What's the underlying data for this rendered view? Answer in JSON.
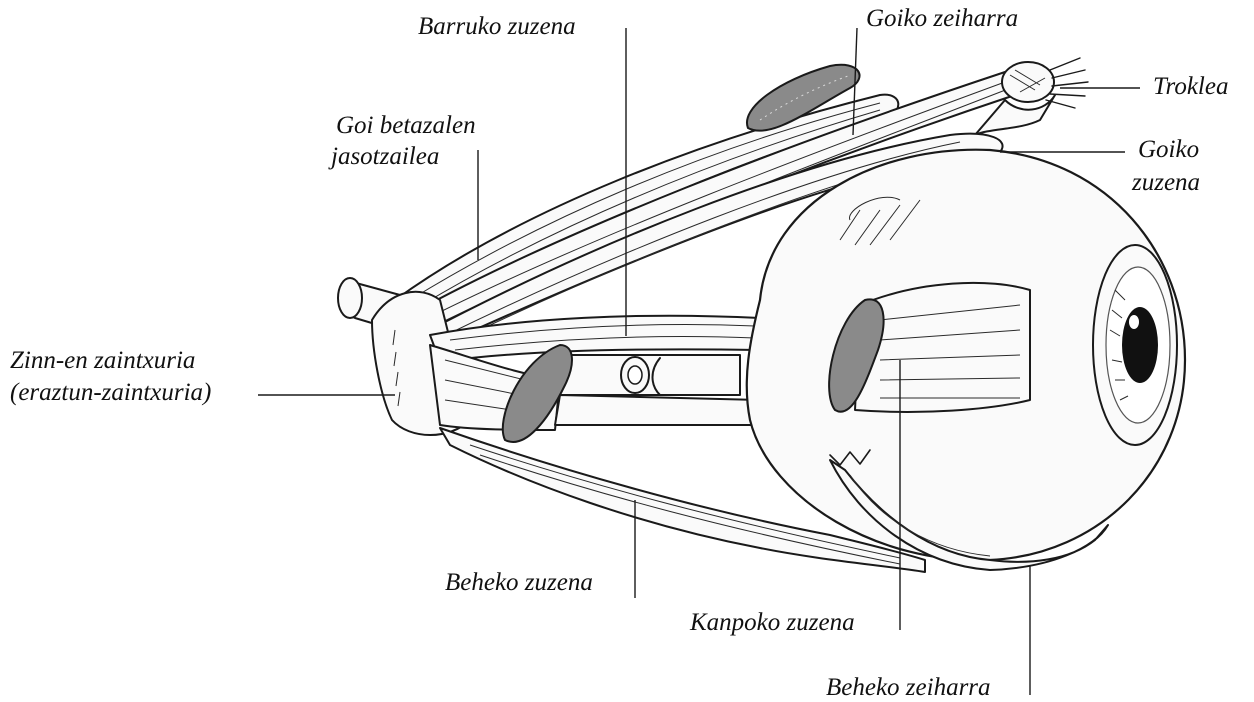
{
  "labels": {
    "barruko_zuzena": "Barruko zuzena",
    "goiko_zeiharra": "Goiko zeiharra",
    "troklea": "Troklea",
    "goi_betazalen_1": "Goi betazalen",
    "goi_betazalen_2": "jasotzailea",
    "goiko_zuzena_1": "Goiko",
    "goiko_zuzena_2": "zuzena",
    "zinn_1": "Zinn-en zaintxuria",
    "zinn_2": "(eraztun-zaintxuria)",
    "beheko_zuzena": "Beheko zuzena",
    "kanpoko_zuzena": "Kanpoko zuzena",
    "beheko_zeiharra": "Beheko zeiharra"
  }
}
